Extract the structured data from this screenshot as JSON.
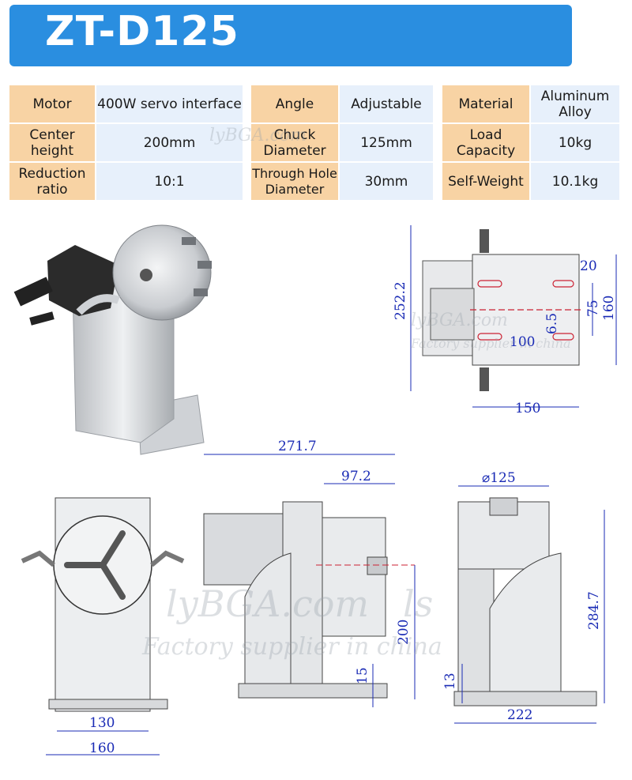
{
  "title": "ZT-D125",
  "specs": {
    "group1": [
      {
        "label": "Motor",
        "value": "400W servo interface"
      },
      {
        "label": "Center\nheight",
        "value": "200mm"
      },
      {
        "label": "Reduction\nratio",
        "value": "10:1"
      }
    ],
    "group2": [
      {
        "label": "Angle",
        "value": "Adjustable"
      },
      {
        "label": "Chuck\nDiameter",
        "value": "125mm"
      },
      {
        "label": "Through Hole\nDiameter",
        "value": "30mm"
      }
    ],
    "group3": [
      {
        "label": "Material",
        "value": "Aluminum\nAlloy"
      },
      {
        "label": "Load\nCapacity",
        "value": "10kg"
      },
      {
        "label": "Self-Weight",
        "value": "10.1kg"
      }
    ]
  },
  "watermark": {
    "brand": "lyBGA.com",
    "brand_suffix": "ls",
    "tagline": "Factory supplier in china"
  },
  "dimensions": {
    "top_view": {
      "height": "252.2",
      "width": "150",
      "d20": "20",
      "d75": "75",
      "d160": "160",
      "d6_5": "6.5",
      "d100": "100"
    },
    "front_view": {
      "width_outer": "160",
      "width_inner": "130"
    },
    "side_view": {
      "length": "271.7",
      "chuck_offset": "97.2",
      "center_height": "200",
      "base": "15"
    },
    "end_view": {
      "diameter": "⌀125",
      "height": "284.7",
      "base": "13",
      "width": "222"
    }
  }
}
